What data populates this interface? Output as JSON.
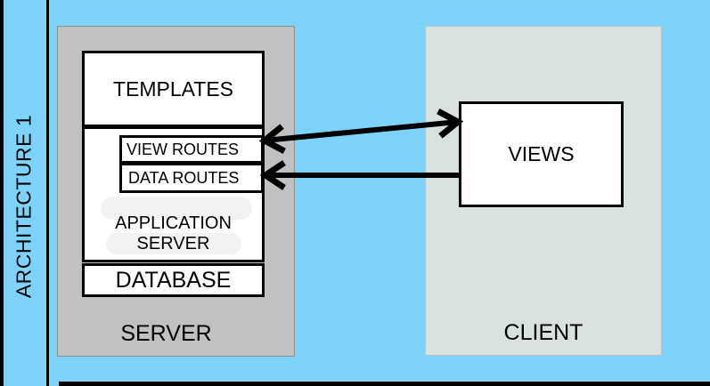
{
  "title_panel": {
    "label": "ARCHITECTURE 1"
  },
  "server_group": {
    "label": "SERVER",
    "templates_label": "TEMPLATES",
    "view_routes_label": "VIEW ROUTES",
    "data_routes_label": "DATA ROUTES",
    "application_server_label": "APPLICATION SERVER",
    "database_label": "DATABASE"
  },
  "client_group": {
    "label": "CLIENT",
    "views_label": "VIEWS"
  },
  "connections": [
    {
      "from": "views-box",
      "to": "view-routes-box",
      "style": "double-headed-arrow"
    },
    {
      "from": "views-box",
      "to": "data-routes-box",
      "style": "left-pointing-arrow"
    }
  ],
  "colors": {
    "background": "#7ed3fa",
    "server_fill": "#c2c1c1",
    "client_fill": "#d9e2e1",
    "box_fill": "#ffffff",
    "line": "#000000"
  }
}
